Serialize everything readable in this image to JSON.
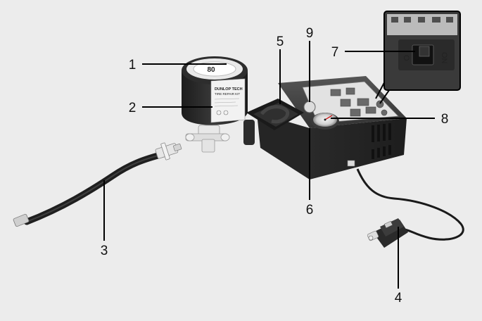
{
  "callouts": [
    {
      "number": "1"
    },
    {
      "number": "2"
    },
    {
      "number": "3"
    },
    {
      "number": "4"
    },
    {
      "number": "5"
    },
    {
      "number": "6"
    },
    {
      "number": "7"
    },
    {
      "number": "8"
    },
    {
      "number": "9"
    }
  ],
  "sealant_bottle": {
    "label_line1": "DUNLOP TECH",
    "label_line2": "TIRE REPAIR KIT",
    "cap_text": "80"
  },
  "power_switch": {
    "on_label": "ON",
    "off_label": "O"
  },
  "colors": {
    "background": "#ececec",
    "device": "#2b2b2b",
    "device_dark": "#1a1a1a",
    "leader": "#000000"
  }
}
